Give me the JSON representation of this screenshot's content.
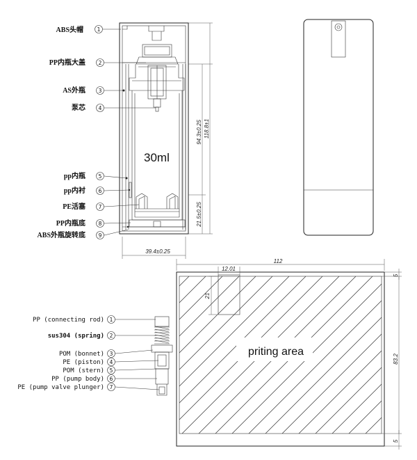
{
  "bottle_parts": [
    {
      "label": "ABS头帽",
      "num": "1"
    },
    {
      "label": "PP内瓶大盖",
      "num": "2"
    },
    {
      "label": "AS外瓶",
      "num": "3"
    },
    {
      "label": "泵芯",
      "num": "4"
    },
    {
      "label": "pp内瓶",
      "num": "5"
    },
    {
      "label": "pp内衬",
      "num": "6"
    },
    {
      "label": "PE活塞",
      "num": "7"
    },
    {
      "label": "PP内瓶底",
      "num": "8"
    },
    {
      "label": "ABS外瓶旋转底",
      "num": "9"
    }
  ],
  "capacity_label": "30ml",
  "bottle_dims": {
    "width": "39.4±0.25",
    "inner_height": "94.3±0.25",
    "total_height": "118.8±1",
    "base_height": "21.5±0.25"
  },
  "pump_parts": [
    {
      "label": "PP (connecting rod)",
      "num": "1",
      "bold": false
    },
    {
      "label": "sus304 (spring)",
      "num": "2",
      "bold": true
    },
    {
      "label": "POM (bonnet)",
      "num": "3",
      "bold": false
    },
    {
      "label": "PE (piston)",
      "num": "4",
      "bold": false
    },
    {
      "label": "POM (stern)",
      "num": "5",
      "bold": false
    },
    {
      "label": "PP (pump body)",
      "num": "6",
      "bold": false
    },
    {
      "label": "PE (pump valve plunger)",
      "num": "7",
      "bold": false
    }
  ],
  "print_area": {
    "label": "priting area",
    "width": "112",
    "window_width": "12.01",
    "window_height": "21",
    "height": "83.2",
    "top_margin": "5",
    "bottom_margin": "5"
  }
}
